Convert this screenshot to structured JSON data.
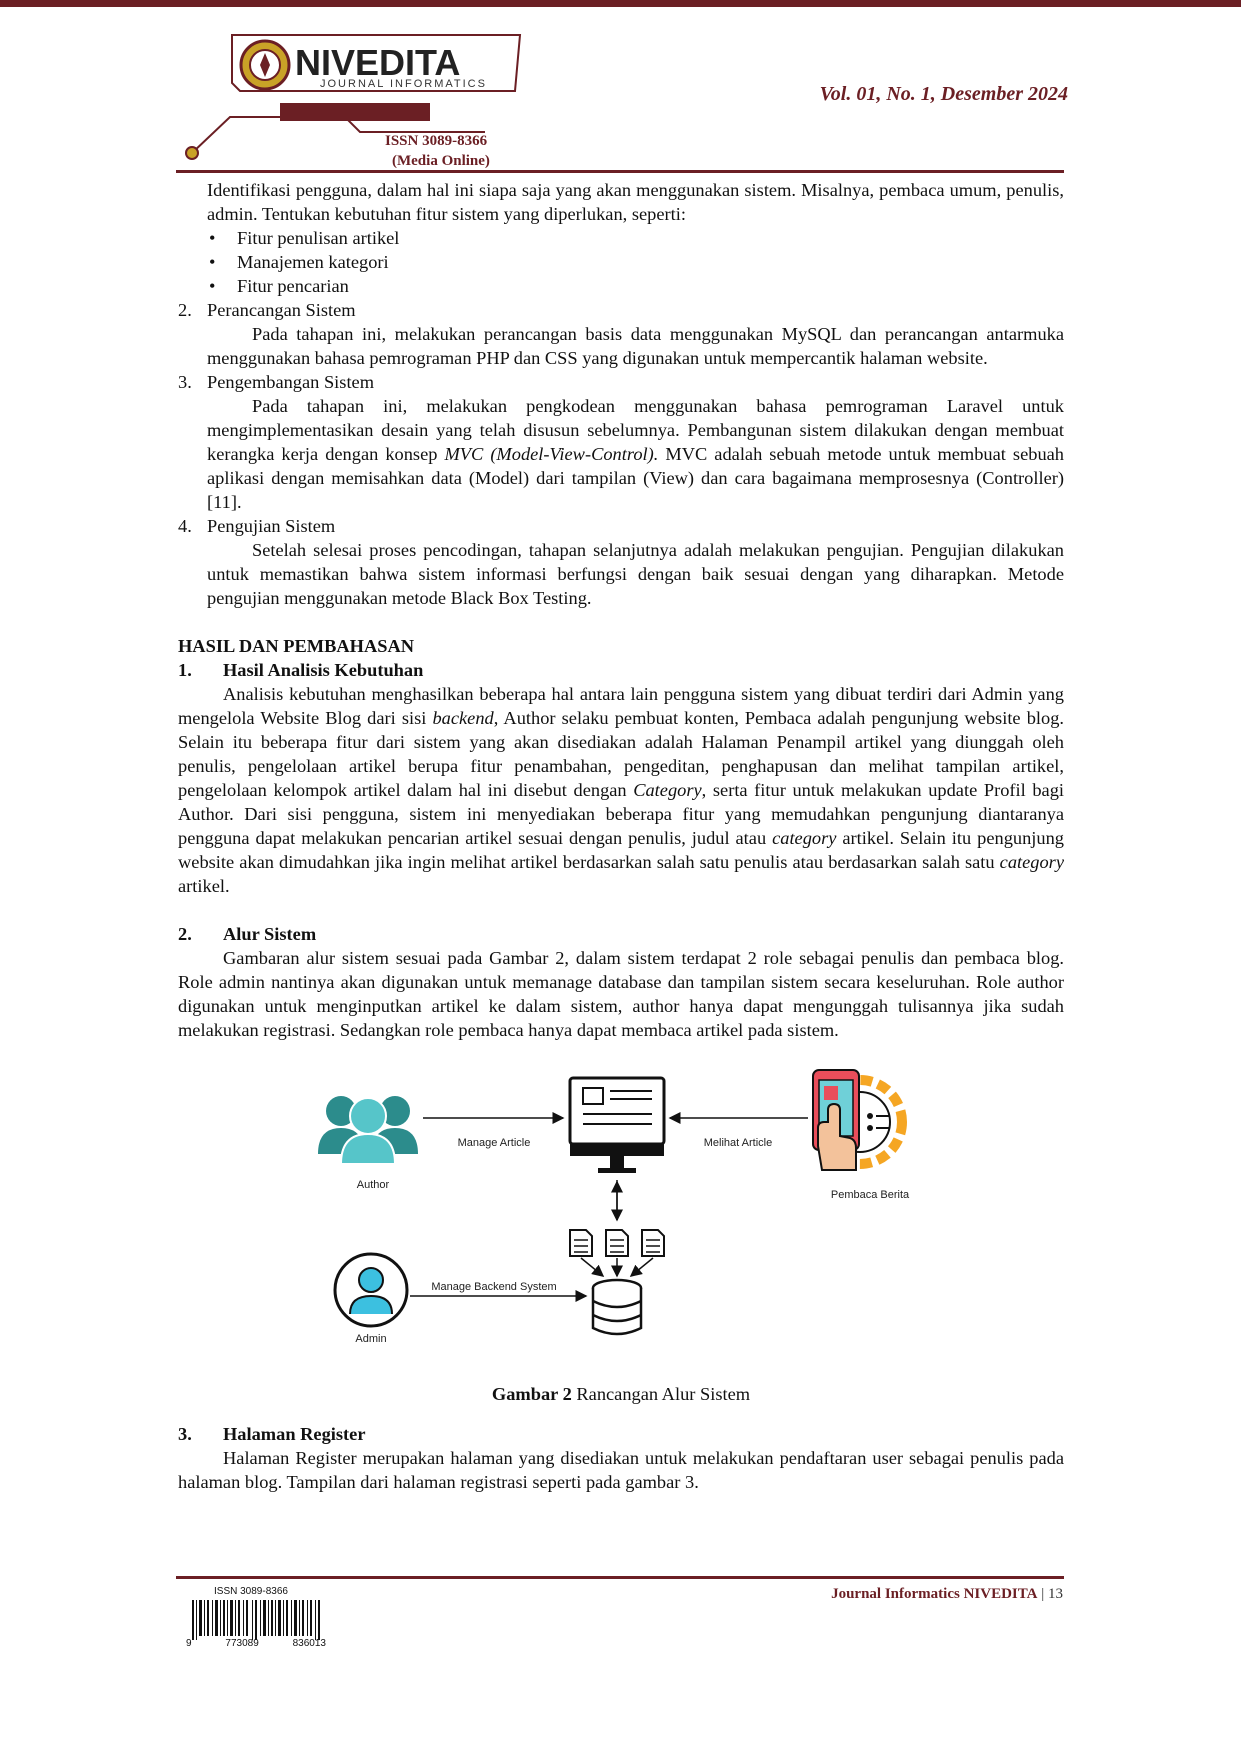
{
  "header": {
    "logo_title": "NIVEDITA",
    "logo_subtitle": "JOURNAL INFORMATICS",
    "issn": "ISSN 3089-8366",
    "media": "(Media Online)",
    "volume": "Vol. 01, No. 1, Desember 2024"
  },
  "intro": {
    "para": "Identifikasi pengguna, dalam hal ini siapa saja yang akan menggunakan sistem. Misalnya, pembaca umum, penulis, admin. Tentukan kebutuhan fitur sistem yang diperlukan, seperti:",
    "bullets": [
      "Fitur penulisan artikel",
      "Manajemen kategori",
      "Fitur pencarian"
    ]
  },
  "steps": [
    {
      "num": "2.",
      "title": "Perancangan Sistem",
      "text": "Pada tahapan ini, melakukan perancangan basis data menggunakan MySQL dan perancangan antarmuka menggunakan bahasa pemrograman PHP dan CSS yang digunakan untuk mempercantik halaman website."
    },
    {
      "num": "3.",
      "title": "Pengembangan Sistem",
      "text_a": "Pada tahapan ini, melakukan pengkodean menggunakan bahasa pemrograman Laravel untuk mengimplementasikan desain yang telah disusun sebelumnya. Pembangunan sistem dilakukan dengan membuat kerangka kerja dengan konsep ",
      "text_em": "MVC (Model-View-Control).",
      "text_b": " MVC adalah sebuah metode untuk membuat sebuah aplikasi dengan memisahkan data (Model) dari tampilan (View) dan cara bagaimana memprosesnya (Controller) [11]."
    },
    {
      "num": "4.",
      "title": "Pengujian Sistem",
      "text": "Setelah selesai proses pencodingan, tahapan selanjutnya adalah melakukan pengujian. Pengujian dilakukan untuk memastikan bahwa sistem informasi berfungsi dengan baik sesuai dengan yang diharapkan. Metode pengujian menggunakan metode Black Box Testing."
    }
  ],
  "section": {
    "title": "HASIL DAN PEMBAHASAN",
    "sub1": {
      "num": "1.",
      "title": "Hasil Analisis Kebutuhan",
      "t1": "Analisis kebutuhan menghasilkan beberapa hal antara lain pengguna sistem yang dibuat terdiri dari Admin yang mengelola Website Blog dari sisi ",
      "e1": "backend",
      "t2": ", Author selaku pembuat konten, Pembaca adalah pengunjung website blog. Selain itu beberapa fitur dari sistem yang akan disediakan adalah Halaman Penampil artikel yang diunggah oleh penulis, pengelolaan artikel berupa fitur penambahan, pengeditan, penghapusan dan melihat tampilan artikel, pengelolaan kelompok artikel dalam hal ini disebut dengan ",
      "e2": "Category",
      "t3": ", serta fitur untuk melakukan update Profil bagi Author. Dari sisi pengguna, sistem ini menyediakan beberapa fitur yang memudahkan pengunjung diantaranya pengguna dapat melakukan pencarian artikel sesuai dengan penulis, judul atau ",
      "e3": "category",
      "t4": " artikel. Selain itu pengunjung website akan dimudahkan jika ingin melihat artikel berdasarkan salah satu penulis atau berdasarkan salah satu ",
      "e4": "category",
      "t5": " artikel."
    },
    "sub2": {
      "num": "2.",
      "title": "Alur Sistem",
      "text": "Gambaran alur sistem sesuai pada Gambar 2, dalam sistem terdapat 2 role sebagai penulis dan pembaca blog. Role admin nantinya akan digunakan untuk memanage database dan tampilan sistem secara keseluruhan. Role author digunakan untuk menginputkan artikel ke dalam sistem, author hanya dapat mengunggah tulisannya jika sudah melakukan registrasi. Sedangkan role pembaca hanya dapat membaca artikel pada sistem."
    },
    "sub3": {
      "num": "3.",
      "title": "Halaman Register",
      "text": "Halaman Register merupakan halaman yang disediakan untuk melakukan pendaftaran user sebagai penulis pada halaman blog. Tampilan dari halaman registrasi seperti pada gambar 3."
    }
  },
  "diagram": {
    "author": "Author",
    "admin": "Admin",
    "reader": "Pembaca Berita",
    "manage_article": "Manage Article",
    "melihat_article": "Melihat Article",
    "manage_backend": "Manage Backend System"
  },
  "figure": {
    "label": "Gambar 2",
    "caption": " Rancangan Alur Sistem"
  },
  "footer": {
    "journal": "Journal Informatics NIVEDITA",
    "separator": " | ",
    "page": "13",
    "barcode_issn": "ISSN 3089-8366",
    "barcode_digits": [
      "9",
      "773089",
      "836013"
    ]
  },
  "colors": {
    "brand": "#6b1f24",
    "teal": "#2c8c8c",
    "gold": "#c9a227"
  }
}
